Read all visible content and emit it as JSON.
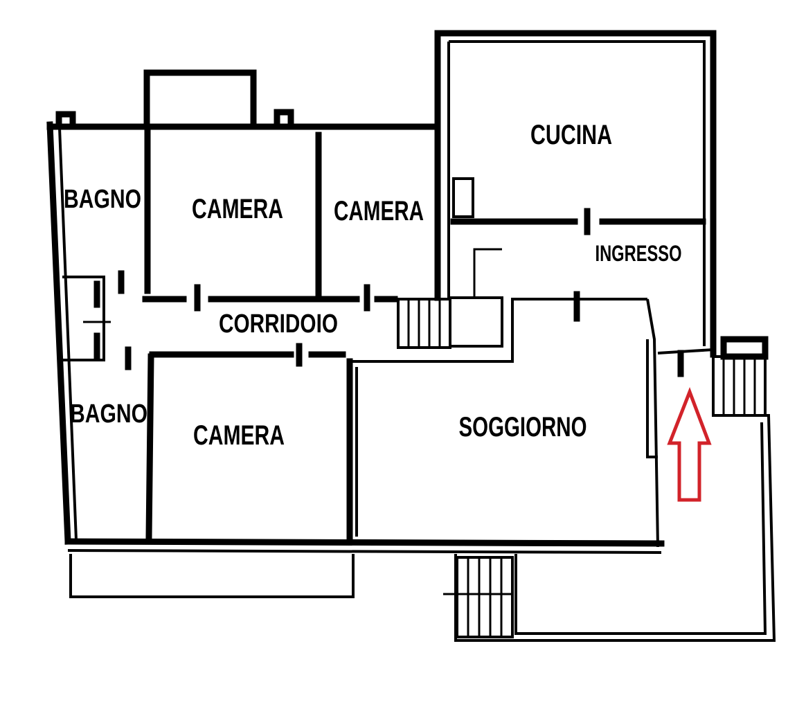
{
  "rooms": {
    "bagno_top": "BAGNO",
    "camera_top_left": "CAMERA",
    "camera_top_right": "CAMERA",
    "cucina": "CUCINA",
    "ingresso": "INGRESSO",
    "corridoio": "CORRIDOIO",
    "bagno_bottom": "BAGNO",
    "camera_bottom": "CAMERA",
    "soggiorno": "SOGGIORNO"
  },
  "colors": {
    "walls": "#000000",
    "entrance_arrow": "#d2232a",
    "background": "#ffffff"
  },
  "annotations": {
    "entrance_arrow_icon": "arrow-up-outline"
  }
}
